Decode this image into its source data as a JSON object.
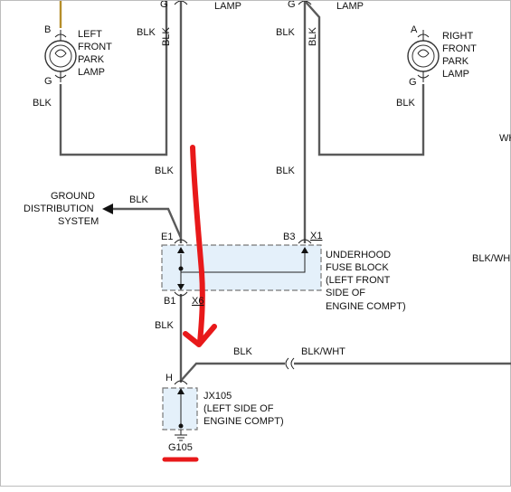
{
  "labels": {
    "left_lamp_top": "LAMP",
    "right_lamp_top": "LAMP",
    "pin_g_left_top": "G",
    "pin_g_right_top": "G",
    "left_lamp_pin_b": "B",
    "left_lamp_pin_g": "G",
    "left_lamp_name": [
      "LEFT",
      "FRONT",
      "PARK",
      "LAMP"
    ],
    "right_lamp_pin_a": "A",
    "right_lamp_pin_g": "G",
    "right_lamp_name": [
      "RIGHT",
      "FRONT",
      "PARK",
      "LAMP"
    ],
    "blk": "BLK",
    "blk_wht": "BLK/WHT",
    "ground_distribution": [
      "GROUND",
      "DISTRIBUTION",
      "SYSTEM"
    ],
    "pin_e1": "E1",
    "pin_b3": "B3",
    "conn_x1": "X1",
    "pin_b1": "B1",
    "conn_x6": "X6",
    "fuse_block": [
      "UNDERHOOD",
      "FUSE BLOCK",
      "(LEFT FRONT",
      "SIDE OF",
      "ENGINE COMPT)"
    ],
    "pin_h": "H",
    "jx105": [
      "JX105",
      "(LEFT SIDE OF",
      "ENGINE COMPT)"
    ],
    "g105": "G105",
    "right_edge_wh": "WH",
    "right_edge_blkwh": "BLK/WH"
  },
  "colors": {
    "wire": "#5a5a5a",
    "annotation": "#e8191a",
    "box_fill": "#e4f0fa"
  }
}
